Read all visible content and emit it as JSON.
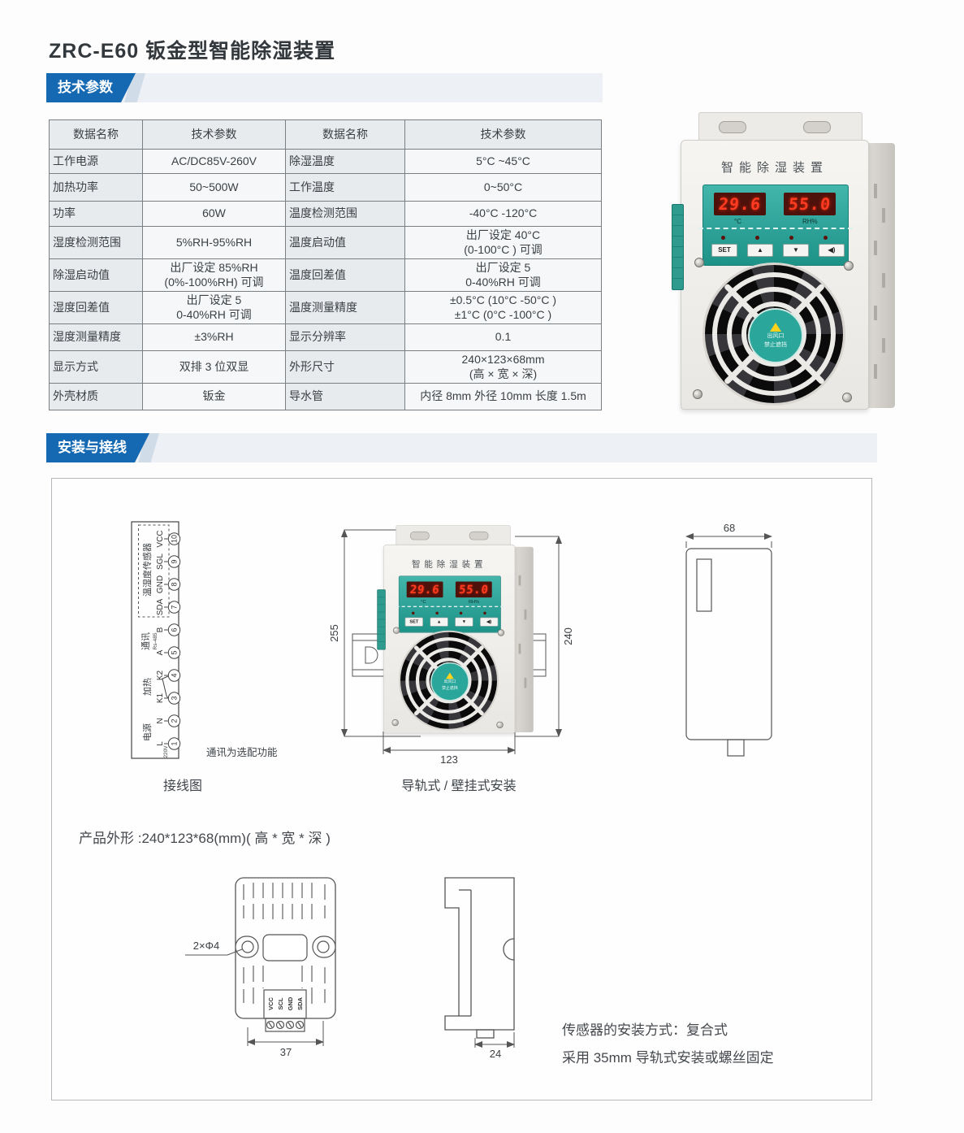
{
  "page": {
    "title": "ZRC-E60 钣金型智能除湿装置"
  },
  "sections": {
    "specs": "技术参数",
    "install": "安装与接线"
  },
  "table": {
    "headers": [
      "数据名称",
      "技术参数",
      "数据名称",
      "技术参数"
    ],
    "rows": [
      [
        "工作电源",
        "AC/DC85V-260V",
        "除湿温度",
        "5°C ~45°C"
      ],
      [
        "加热功率",
        "50~500W",
        "工作温度",
        "0~50°C"
      ],
      [
        "功率",
        "60W",
        "温度检测范围",
        "-40°C -120°C"
      ],
      [
        "湿度检测范围",
        "5%RH-95%RH",
        "温度启动值",
        "出厂设定 40°C\n(0-100°C ) 可调"
      ],
      [
        "除湿启动值",
        "出厂设定 85%RH\n(0%-100%RH) 可调",
        "温度回差值",
        "出厂设定 5\n0-40%RH 可调"
      ],
      [
        "湿度回差值",
        "出厂设定 5\n0-40%RH 可调",
        "温度测量精度",
        "±0.5°C (10°C -50°C )\n±1°C (0°C -100°C )"
      ],
      [
        "湿度测量精度",
        "±3%RH",
        "显示分辨率",
        "0.1"
      ],
      [
        "显示方式",
        "双排 3 位双显",
        "外形尺寸",
        "240×123×68mm\n(高 × 宽 × 深)"
      ],
      [
        "外壳材质",
        "钣金",
        "导水管",
        "内径 8mm 外径 10mm 长度 1.5m"
      ]
    ]
  },
  "device": {
    "name_plate": "智能除湿装置",
    "temp_value": "29.6",
    "temp_unit": "°C",
    "rh_value": "55.0",
    "rh_unit": "RH%",
    "buttons": [
      "SET",
      "▲",
      "▼",
      "◀)"
    ],
    "warning_line1": "出风口",
    "warning_line2": "禁止遮挡"
  },
  "wiring": {
    "caption": "接线图",
    "note": "通讯为选配功能",
    "groups": {
      "sensor": "温湿度传感器",
      "comm": "通讯",
      "comm_standard": "Rs-485",
      "heat": "加热",
      "power": "电源",
      "power_voltage": "220V"
    },
    "pins": [
      {
        "num": "10",
        "label": "VCC"
      },
      {
        "num": "9",
        "label": "SGL"
      },
      {
        "num": "8",
        "label": "GND"
      },
      {
        "num": "7",
        "label": "SDA"
      },
      {
        "num": "6",
        "label": "B"
      },
      {
        "num": "5",
        "label": "A"
      },
      {
        "num": "4",
        "label": "K2"
      },
      {
        "num": "3",
        "label": "K1"
      },
      {
        "num": "2",
        "label": "N"
      },
      {
        "num": "1",
        "label": "L"
      }
    ]
  },
  "mounting": {
    "caption": "导轨式 / 壁挂式安装",
    "dim_total_height": "255",
    "dim_body_height": "240",
    "dim_width": "123"
  },
  "side_view": {
    "dim_depth": "68"
  },
  "outline_note": "产品外形 :240*123*68(mm)( 高 * 宽 * 深 )",
  "sensor": {
    "hole_label": "2×Φ4",
    "terminals": [
      "VCC",
      "SCL",
      "GND",
      "SDA"
    ],
    "dim_width": "37",
    "dim_depth": "24",
    "install_line1": "传感器的安装方式：复合式",
    "install_line2": "采用 35mm 导轨式安装或螺丝固定"
  }
}
